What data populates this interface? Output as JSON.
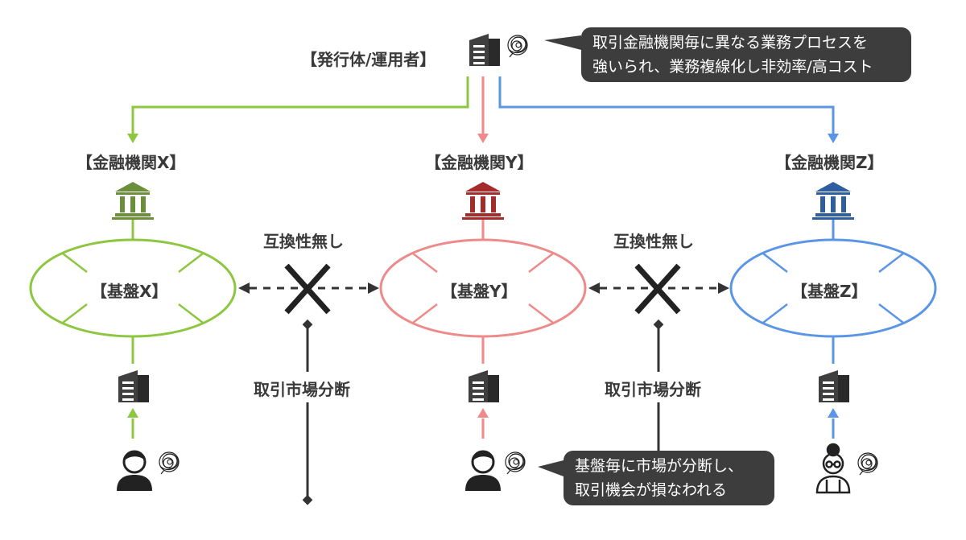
{
  "issuer": {
    "label": "【発行体/運用者】"
  },
  "issuer_bubble": {
    "line1": "取引金融機関毎に異なる業務プロセスを",
    "line2": "強いられ、業務複線化し非効率/高コスト"
  },
  "institutions": [
    {
      "label": "【金融機関X】",
      "platform": "【基盤X】",
      "color": "#8dc63f"
    },
    {
      "label": "【金融機関Y】",
      "platform": "【基盤Y】",
      "color": "#ee8a8a"
    },
    {
      "label": "【金融機関Z】",
      "platform": "【基盤Z】",
      "color": "#5b95e6"
    }
  ],
  "bank_icon_colors": [
    "#6b8e3a",
    "#a52a2a",
    "#2e5e9e"
  ],
  "no_interop": [
    "互換性無し",
    "互換性無し"
  ],
  "market_split": [
    "取引市場分断",
    "取引市場分断"
  ],
  "user_bubble": {
    "line1": "基盤毎に市場が分断し、",
    "line2": "取引機会が損なわれる"
  }
}
